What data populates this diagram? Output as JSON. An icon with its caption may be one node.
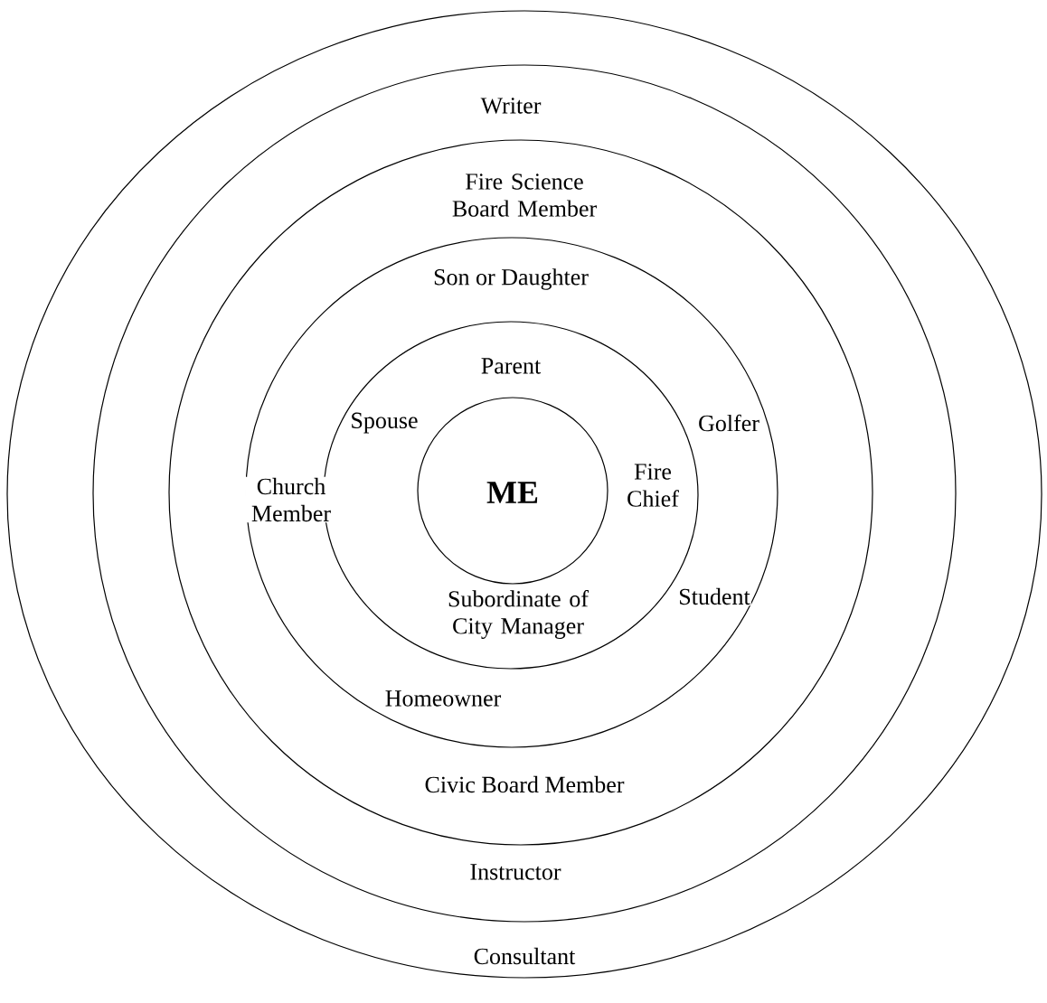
{
  "diagram": {
    "nodes": [
      {
        "text": [
          "Consultant"
        ]
      },
      {
        "text": [
          "Writer",
          "Instructor"
        ],
        "in": 0
      },
      {
        "text": [
          "Fire Science Board Member",
          "Civic Board Member"
        ],
        "in": 1
      },
      {
        "text": [
          "Son or Daughter",
          "Church Member",
          "Golfer",
          "Student",
          "Homeowner"
        ],
        "in": 2
      },
      {
        "text": [
          "Parent",
          "Spouse",
          "Fire Chief",
          "Subordinate of City Manager"
        ],
        "in": 3
      },
      {
        "text": [
          "ME"
        ],
        "in": 4
      }
    ]
  }
}
